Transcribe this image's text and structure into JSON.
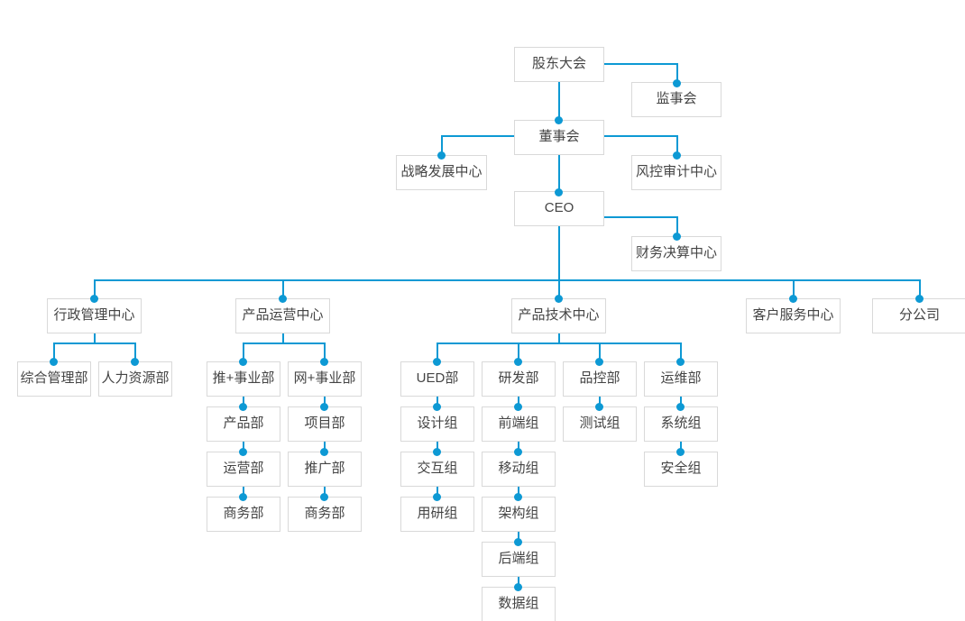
{
  "theme": {
    "background": "#ffffff",
    "node_border": "#d9d9d9",
    "node_text": "#444444",
    "line_color": "#0d99d4",
    "dot_color": "#0d99d4"
  },
  "chart_data": {
    "type": "diagram",
    "title": "",
    "orientation": "top-down organizational hierarchy",
    "nodes": [
      {
        "id": "shareholders",
        "label": "股东大会",
        "level": 0
      },
      {
        "id": "supervisory",
        "label": "监事会",
        "level": 1
      },
      {
        "id": "board",
        "label": "董事会",
        "level": 1
      },
      {
        "id": "strategy",
        "label": "战略发展中心",
        "level": 2
      },
      {
        "id": "riskaudit",
        "label": "风控审计中心",
        "level": 2
      },
      {
        "id": "ceo",
        "label": "CEO",
        "level": 2
      },
      {
        "id": "finance",
        "label": "财务决算中心",
        "level": 3
      },
      {
        "id": "admin",
        "label": "行政管理中心",
        "level": 3
      },
      {
        "id": "prodops",
        "label": "产品运营中心",
        "level": 3
      },
      {
        "id": "prodtech",
        "label": "产品技术中心",
        "level": 3
      },
      {
        "id": "customer",
        "label": "客户服务中心",
        "level": 3
      },
      {
        "id": "branch",
        "label": "分公司",
        "level": 3
      },
      {
        "id": "general-mgmt",
        "label": "综合管理部",
        "level": 4
      },
      {
        "id": "hr",
        "label": "人力资源部",
        "level": 4
      },
      {
        "id": "tui-bu",
        "label": "推+事业部",
        "level": 4
      },
      {
        "id": "wang-bu",
        "label": "网+事业部",
        "level": 4
      },
      {
        "id": "product-dept",
        "label": "产品部",
        "level": 5
      },
      {
        "id": "project-dept",
        "label": "项目部",
        "level": 5
      },
      {
        "id": "ops-dept",
        "label": "运营部",
        "level": 6
      },
      {
        "id": "promo-dept",
        "label": "推广部",
        "level": 6
      },
      {
        "id": "biz-dept-1",
        "label": "商务部",
        "level": 7
      },
      {
        "id": "biz-dept-2",
        "label": "商务部",
        "level": 7
      },
      {
        "id": "ued",
        "label": "UED部",
        "level": 4
      },
      {
        "id": "rd",
        "label": "研发部",
        "level": 4
      },
      {
        "id": "qa",
        "label": "品控部",
        "level": 4
      },
      {
        "id": "devops",
        "label": "运维部",
        "level": 4
      },
      {
        "id": "design-group",
        "label": "设计组",
        "level": 5
      },
      {
        "id": "frontend-group",
        "label": "前端组",
        "level": 5
      },
      {
        "id": "test-group",
        "label": "测试组",
        "level": 5
      },
      {
        "id": "system-group",
        "label": "系统组",
        "level": 5
      },
      {
        "id": "interaction-group",
        "label": "交互组",
        "level": 6
      },
      {
        "id": "mobile-group",
        "label": "移动组",
        "level": 6
      },
      {
        "id": "security-group",
        "label": "安全组",
        "level": 6
      },
      {
        "id": "research-group",
        "label": "用研组",
        "level": 7
      },
      {
        "id": "arch-group",
        "label": "架构组",
        "level": 7
      },
      {
        "id": "backend-group",
        "label": "后端组",
        "level": 8
      },
      {
        "id": "data-group",
        "label": "数据组",
        "level": 9
      }
    ],
    "edges": [
      {
        "from": "shareholders",
        "to": "supervisory"
      },
      {
        "from": "shareholders",
        "to": "board"
      },
      {
        "from": "board",
        "to": "strategy"
      },
      {
        "from": "board",
        "to": "riskaudit"
      },
      {
        "from": "board",
        "to": "ceo"
      },
      {
        "from": "ceo",
        "to": "finance"
      },
      {
        "from": "ceo",
        "to": "admin"
      },
      {
        "from": "ceo",
        "to": "prodops"
      },
      {
        "from": "ceo",
        "to": "prodtech"
      },
      {
        "from": "ceo",
        "to": "customer"
      },
      {
        "from": "ceo",
        "to": "branch"
      },
      {
        "from": "admin",
        "to": "general-mgmt"
      },
      {
        "from": "admin",
        "to": "hr"
      },
      {
        "from": "prodops",
        "to": "tui-bu"
      },
      {
        "from": "prodops",
        "to": "wang-bu"
      },
      {
        "from": "tui-bu",
        "to": "product-dept"
      },
      {
        "from": "product-dept",
        "to": "ops-dept"
      },
      {
        "from": "ops-dept",
        "to": "biz-dept-1"
      },
      {
        "from": "wang-bu",
        "to": "project-dept"
      },
      {
        "from": "project-dept",
        "to": "promo-dept"
      },
      {
        "from": "promo-dept",
        "to": "biz-dept-2"
      },
      {
        "from": "prodtech",
        "to": "ued"
      },
      {
        "from": "prodtech",
        "to": "rd"
      },
      {
        "from": "prodtech",
        "to": "qa"
      },
      {
        "from": "prodtech",
        "to": "devops"
      },
      {
        "from": "ued",
        "to": "design-group"
      },
      {
        "from": "design-group",
        "to": "interaction-group"
      },
      {
        "from": "interaction-group",
        "to": "research-group"
      },
      {
        "from": "rd",
        "to": "frontend-group"
      },
      {
        "from": "frontend-group",
        "to": "mobile-group"
      },
      {
        "from": "mobile-group",
        "to": "arch-group"
      },
      {
        "from": "arch-group",
        "to": "backend-group"
      },
      {
        "from": "backend-group",
        "to": "data-group"
      },
      {
        "from": "qa",
        "to": "test-group"
      },
      {
        "from": "devops",
        "to": "system-group"
      },
      {
        "from": "system-group",
        "to": "security-group"
      }
    ]
  },
  "nodes": {
    "shareholders": "股东大会",
    "supervisory": "监事会",
    "board": "董事会",
    "strategy": "战略发展中心",
    "riskaudit": "风控审计中心",
    "ceo": "CEO",
    "finance": "财务决算中心",
    "admin": "行政管理中心",
    "prodops": "产品运营中心",
    "prodtech": "产品技术中心",
    "customer": "客户服务中心",
    "branch": "分公司",
    "general_mgmt": "综合管理部",
    "hr": "人力资源部",
    "tui_bu": "推+事业部",
    "wang_bu": "网+事业部",
    "product_dept": "产品部",
    "project_dept": "项目部",
    "ops_dept": "运营部",
    "promo_dept": "推广部",
    "biz_dept_1": "商务部",
    "biz_dept_2": "商务部",
    "ued": "UED部",
    "rd": "研发部",
    "qa": "品控部",
    "devops": "运维部",
    "design_group": "设计组",
    "frontend_group": "前端组",
    "test_group": "测试组",
    "system_group": "系统组",
    "interaction_group": "交互组",
    "mobile_group": "移动组",
    "security_group": "安全组",
    "research_group": "用研组",
    "arch_group": "架构组",
    "backend_group": "后端组",
    "data_group": "数据组"
  }
}
